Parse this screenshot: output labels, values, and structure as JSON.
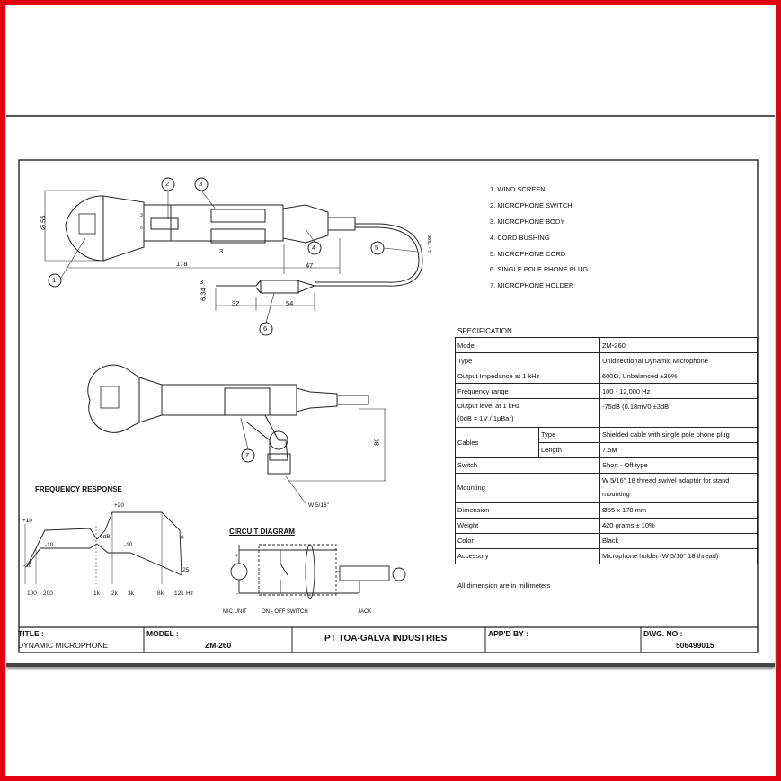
{
  "parts_list": [
    "1. WIND SCREEN",
    "2. MICROPHONE SWITCH",
    "3. MICROPHONE BODY",
    "4. CORD BUSHING",
    "5. MICROPHONE CORD",
    "6. SINGLE POLE PHONE PLUG",
    "7. MICROPHONE HOLDER"
  ],
  "callouts": [
    "1",
    "2",
    "3",
    "4",
    "5",
    "6",
    "7"
  ],
  "dimensions": {
    "d55": "Ø 55",
    "len178": "178",
    "len47": "47",
    "len3a": "3",
    "len3b": "3",
    "len32": "32",
    "len54": "54",
    "d634": "6.34",
    "cord_len": "L : 7500",
    "sw_d1": "3",
    "sw_d2": "6",
    "h80": "80",
    "thread": "W 5/16\""
  },
  "spec": {
    "title": "SPECIFICATION",
    "rows": [
      {
        "label": "Model",
        "value": "ZM-260"
      },
      {
        "label": "Type",
        "value": "Unidirectional Dynamic Microphone"
      },
      {
        "label": "Output Impedance at 1 kHz",
        "value": "600Ω, Unbalanced ±30%"
      },
      {
        "label": "Frequency range",
        "value": "100 - 12,000 Hz"
      },
      {
        "label": "Output level at 1 kHz",
        "label2": "(0dB = 1V / 1μBar)",
        "value": "-75dB (0.18mV0 ±3dB"
      },
      {
        "label": "Cables",
        "sub": [
          {
            "label": "Type",
            "value": "Shielded cable with single pole phone plug"
          },
          {
            "label": "Length",
            "value": "7.5M"
          }
        ]
      },
      {
        "label": "Switch",
        "value": "Short - Off type"
      },
      {
        "label": "Mounting",
        "value": "W 5/16\" 18 thread swivel adaptor for stand",
        "value2": "mounting"
      },
      {
        "label": "Dimension",
        "value": "Ø55 x 178 mm"
      },
      {
        "label": "Weight",
        "value": "420 grams ± 10%"
      },
      {
        "label": "Color",
        "value": "Black"
      },
      {
        "label": "Accessory",
        "value": "Microphone holder (W 5/16\" 18 thread)"
      }
    ],
    "note": "All dimension are in millimeters"
  },
  "freq": {
    "title": "FREQUENCY RESPONSE",
    "y_labels": {
      "p10": "+10",
      "p20": "+20",
      "m10a": "-10",
      "m10b": "-10",
      "m20": "-20",
      "zero_db": "0dB",
      "zero": "0",
      "m25": "-25"
    },
    "x_labels": [
      "100",
      "200",
      "1k",
      "2k",
      "3k",
      "8k",
      "12k",
      "Hz"
    ]
  },
  "circuit": {
    "title": "CIRCUIT DIAGRAM",
    "labels": [
      "MIC UNIT",
      "ON - OFF SWITCH",
      "JACK"
    ],
    "plus": "+",
    "minus": "-"
  },
  "title_block": {
    "title_label": "TITLE :",
    "title_value": "DYNAMIC MICROPHONE",
    "model_label": "MODEL :",
    "model_value": "ZM-260",
    "company": "PT TOA-GALVA INDUSTRIES",
    "appd_label": "APP'D BY :",
    "dwg_label": "DWG. NO :",
    "dwg_value": "506499015"
  },
  "colors": {
    "frame": "#e0000f",
    "line": "#222222"
  }
}
